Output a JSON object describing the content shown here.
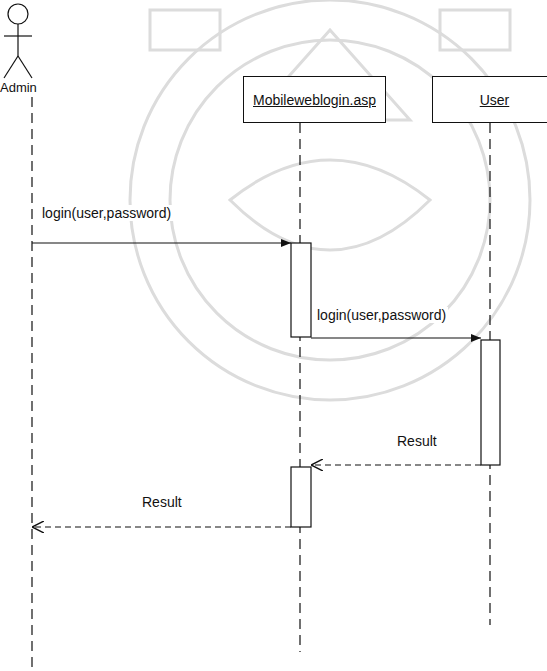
{
  "diagram": {
    "nodes": [
      {
        "text": [
          "Admin"
        ]
      },
      {
        "text": [
          "Mobileweblogin.asp"
        ]
      },
      {
        "text": [
          "User"
        ]
      }
    ],
    "edges": [
      {
        "from": 0,
        "to": 1,
        "label": "login(user,password)",
        "arrow": "to"
      },
      {
        "from": 1,
        "to": 2,
        "label": "login(user,password)",
        "arrow": "to"
      },
      {
        "from": 2,
        "to": 1,
        "label": "Result",
        "arrow": "to"
      },
      {
        "from": 1,
        "to": 0,
        "label": "Result",
        "arrow": "to"
      }
    ]
  }
}
